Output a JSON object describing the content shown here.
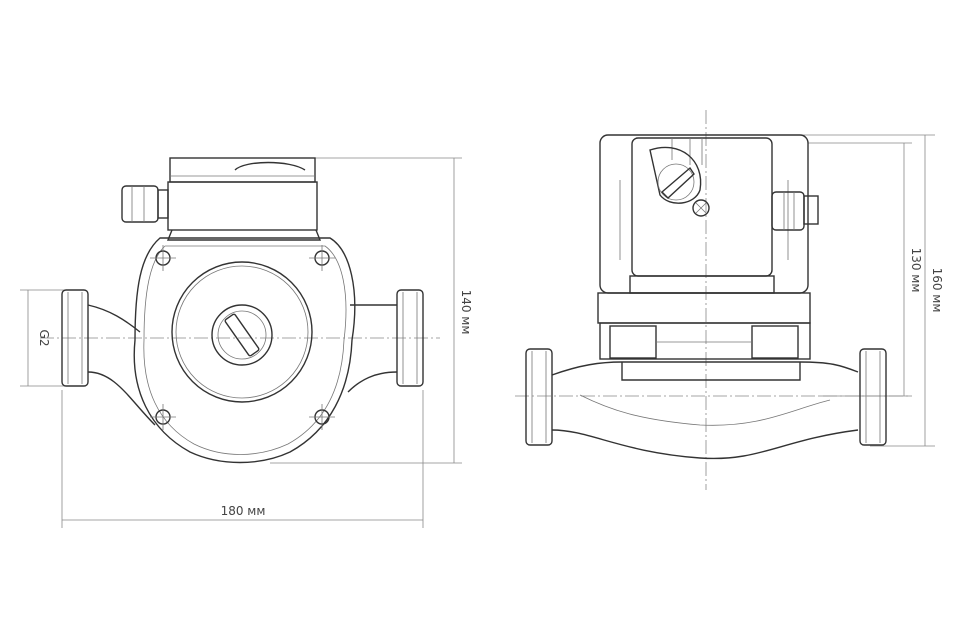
{
  "drawing": {
    "thread_label": "G2",
    "width_label": "180 мм",
    "height_front_label": "140 мм",
    "height_inner_label": "130 мм",
    "height_total_label": "160 мм"
  },
  "colors": {
    "line": "#333333",
    "dimension": "#888888",
    "background": "#ffffff"
  }
}
